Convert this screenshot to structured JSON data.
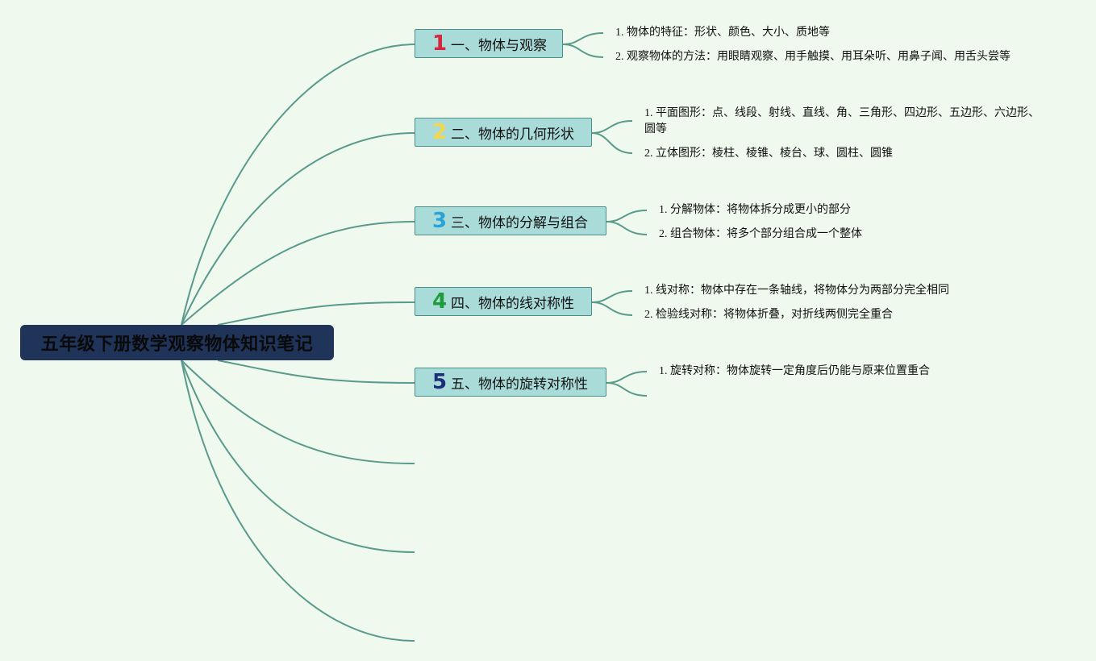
{
  "colors": {
    "background": "#eff9ee",
    "line": "#5a9a8c",
    "root_fill": "#1f3458",
    "topic_fill": "#a9dbd8",
    "topic_border": "#4a8f86"
  },
  "root": {
    "title": "五年级下册数学观察物体知识笔记"
  },
  "topics": [
    {
      "number": "1",
      "number_color": "#d7263d",
      "label": "一、物体与观察",
      "items": [
        "1. 物体的特征：形状、颜色、大小、质地等",
        "2. 观察物体的方法：用眼睛观察、用手触摸、用耳朵听、用鼻子闻、用舌头尝等"
      ]
    },
    {
      "number": "2",
      "number_color": "#f3d54e",
      "label": "二、物体的几何形状",
      "items": [
        "1. 平面图形：点、线段、射线、直线、角、三角形、四边形、五边形、六边形、圆等",
        "2. 立体图形：棱柱、棱锥、棱台、球、圆柱、圆锥"
      ]
    },
    {
      "number": "3",
      "number_color": "#2ba3d9",
      "label": "三、物体的分解与组合",
      "items": [
        "1. 分解物体：将物体拆分成更小的部分",
        "2. 组合物体：将多个部分组合成一个整体"
      ]
    },
    {
      "number": "4",
      "number_color": "#1f9b3a",
      "label": "四、物体的线对称性",
      "items": [
        "1. 线对称：物体中存在一条轴线，将物体分为两部分完全相同",
        "2. 检验线对称：将物体折叠，对折线两侧完全重合"
      ]
    },
    {
      "number": "5",
      "number_color": "#1c2f7a",
      "label": "五、物体的旋转对称性",
      "items": [
        "1. 旋转对称：物体旋转一定角度后仍能与原来位置重合",
        ""
      ]
    }
  ]
}
